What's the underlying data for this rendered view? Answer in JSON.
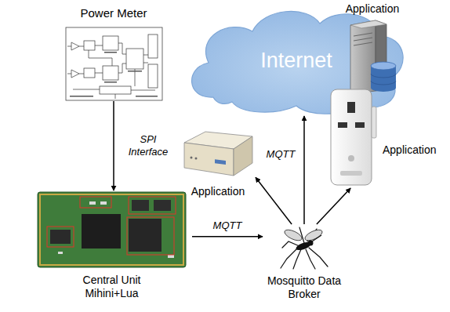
{
  "diagram": {
    "nodes": [
      {
        "text": [
          "Power Meter"
        ]
      },
      {
        "text": [
          "Internet"
        ]
      },
      {
        "text": [
          "Application"
        ]
      },
      {
        "text": [
          "Application"
        ]
      },
      {
        "text": [
          "Application"
        ]
      },
      {
        "text": [
          "Central Unit Mihini+Lua"
        ]
      },
      {
        "text": [
          "Mosquitto Data Broker"
        ]
      }
    ],
    "edges": [
      {
        "from": 0,
        "to": 5,
        "arrow": "to",
        "label": "SPI Interface"
      },
      {
        "from": 5,
        "to": 6,
        "arrow": "to",
        "label": "MQTT"
      },
      {
        "from": 6,
        "to": 1,
        "arrow": "to",
        "label": "MQTT"
      },
      {
        "from": 6,
        "to": 3,
        "arrow": "to"
      },
      {
        "from": 6,
        "to": 4,
        "arrow": "to"
      }
    ]
  }
}
